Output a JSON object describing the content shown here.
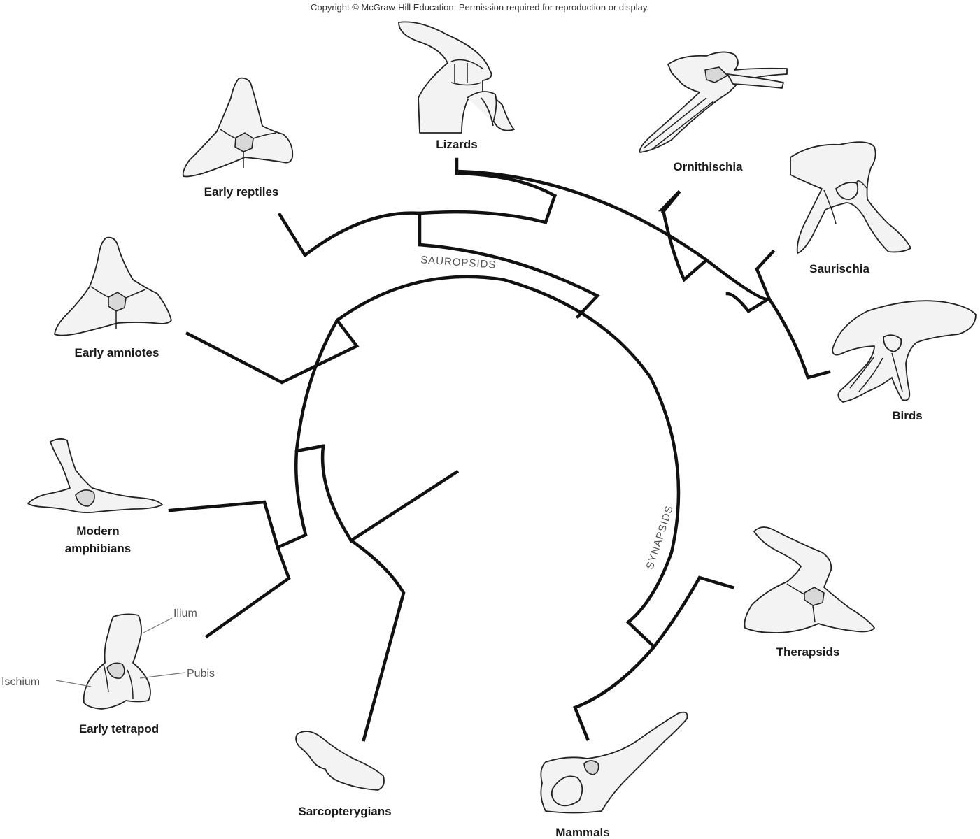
{
  "copyright": "Copyright © McGraw-Hill Education. Permission required for reproduction or display.",
  "clades": {
    "sauropsids": "SAUROPSIDS",
    "synapsids": "SYNAPSIDS"
  },
  "taxa": {
    "lizards": "Lizards",
    "ornithischia": "Ornithischia",
    "saurischia": "Saurischia",
    "birds": "Birds",
    "early_reptiles": "Early reptiles",
    "early_amniotes": "Early amniotes",
    "modern_amphibians_line1": "Modern",
    "modern_amphibians_line2": "amphibians",
    "early_tetrapod": "Early tetrapod",
    "sarcopterygians": "Sarcopterygians",
    "mammals": "Mammals",
    "therapsids": "Therapsids"
  },
  "parts": {
    "ilium": "Ilium",
    "ischium": "Ischium",
    "pubis": "Pubis"
  }
}
